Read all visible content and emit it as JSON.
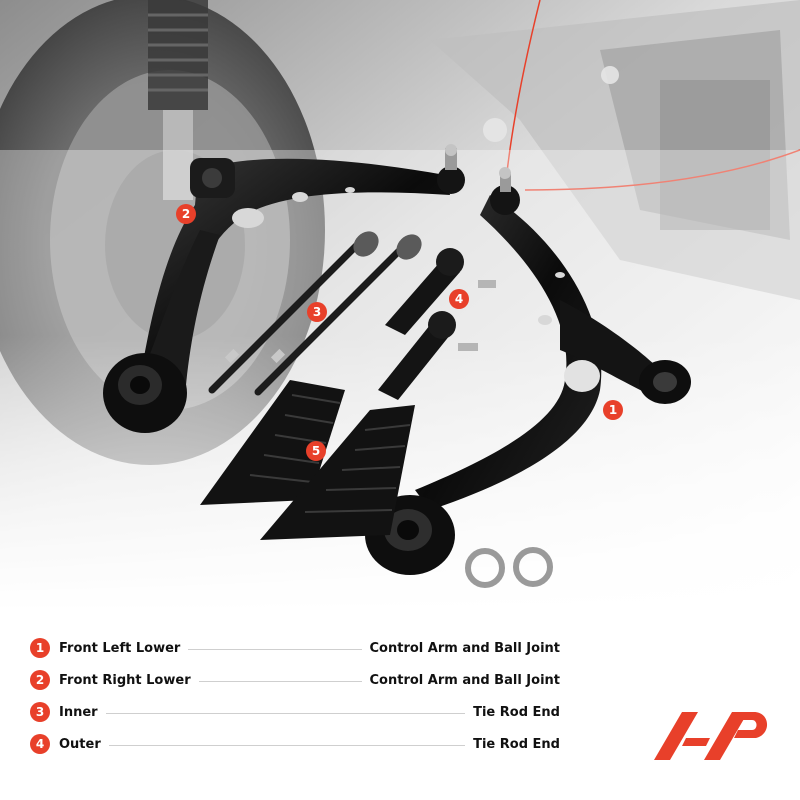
{
  "accent": "#e8402a",
  "callouts": [
    "1",
    "2",
    "3",
    "4",
    "5"
  ],
  "legend": [
    {
      "num": "1",
      "left": "Front Left Lower",
      "right": "Control Arm and Ball Joint"
    },
    {
      "num": "2",
      "left": "Front Right Lower",
      "right": "Control Arm and Ball Joint"
    },
    {
      "num": "3",
      "left": "Inner",
      "right": "Tie Rod End"
    },
    {
      "num": "4",
      "left": "Outer",
      "right": "Tie Rod End"
    }
  ],
  "logo_icon": "brand-logo-icon"
}
